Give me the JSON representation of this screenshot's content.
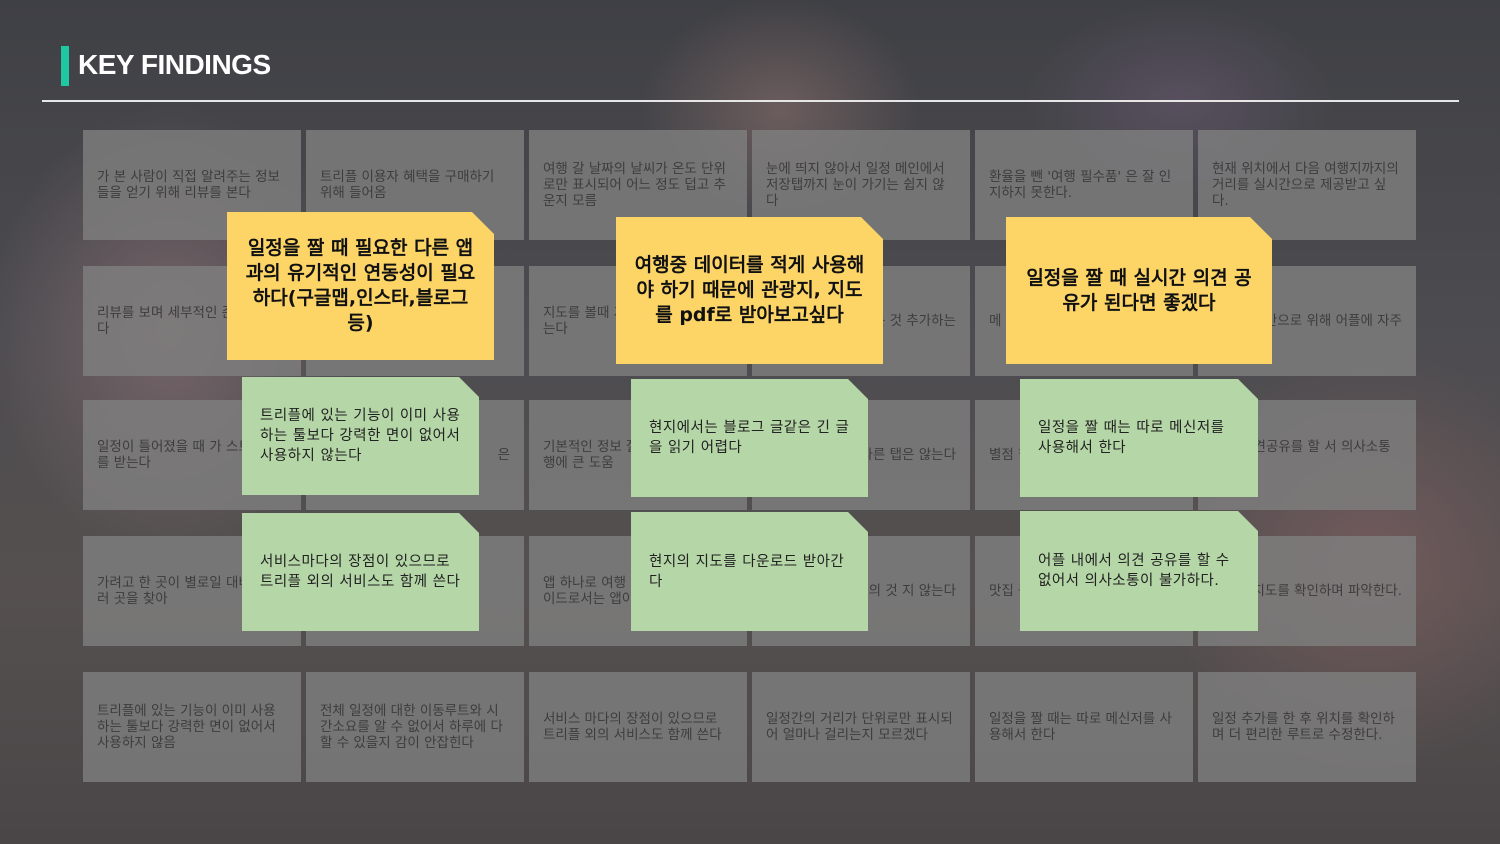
{
  "title": "KEY FINDINGS",
  "colors": {
    "accent": "#1ec8a0",
    "yellow_note": "#fdd567",
    "green_note": "#b5d6a7",
    "gray_note": "#808080"
  },
  "background_notes": [
    [
      "가 본 사람이 직접 알려주는 정보들을 얻기 위해 리뷰를 본다",
      "트리플 이용자 혜택을 구매하기 위해 들어옴",
      "여행 갈 날짜의 날씨가 온도 단위로만 표시되어 어느 정도 덥고 추운지 모름",
      "눈에 띄지 않아서 일정 메인에서 저장탭까지 눈이 가기는 쉽지 않다",
      "환율을 뺀 '여행 필수품' 은 잘 인지하지 못한다.",
      "현재 위치에서 다음 여행지까지의 거리를 실시간으로 제공받고 싶다."
    ],
    [
      "리뷰를 보며 세부적인 준비를 한다",
      "",
      "지도를 볼때 거리가 어느 오지 않는다",
      "하는 것 추가하는",
      "메 사 부",
      "시간으로 위해 어플에 자주"
    ],
    [
      "일정이 틀어졌을 때 가 스트레스를 받는다",
      "은",
      "기본적인 정보 잘 모아져 있어 여행에 큰 도움",
      "다른 탭은 않는다",
      "별점 한번",
      "에서 의견공유를 할 서 의사소통이 다."
    ],
    [
      "가려고 한 곳이 별로일 대비해 여러 곳을 찾아",
      "",
      "앱 하나로 여행 알 수 있어 편 가이드로서는 앱이 없다고 생",
      "의 것 지 않는다",
      "맛집 꼼꼼",
      "에 지도를 확인하며 파악한다."
    ],
    [
      "트리플에 있는 기능이 이미 사용하는 툴보다 강력한 면이 없어서 사용하지 않음",
      "전체 일정에 대한 이동루트와 시간소요를 알 수 없어서 하루에 다 할 수 있을지 감이 안잡힌다",
      "서비스 마다의 장점이 있으므로 트리플 외의 서비스도 함께 쓴다",
      "일정간의 거리가 단위로만 표시되어 얼마나 걸리는지 모르겠다",
      "일정을 짤 때는 따로 메신저를 사용해서 한다",
      "일정 추가를 한 후 위치를 확인하며 더 편리한 루트로 수정한다."
    ]
  ],
  "columns": [
    {
      "heading": "일정을 짤 때 필요한 다른 앱 과의 유기적인 연동성이 필요하다(구글맵,인스타,블로그등)",
      "findings": [
        "트리플에 있는 기능이 이미 사용하는 툴보다 강력한 면이 없어서 사용하지 않는다",
        "서비스마다의 장점이 있으므로 트리플 외의 서비스도 함께 쓴다"
      ]
    },
    {
      "heading": "여행중 데이터를 적게 사용해야 하기 때문에 관광지, 지도를 pdf로 받아보고싶다",
      "findings": [
        "현지에서는 블로그 글같은 긴 글을 읽기 어렵다",
        "현지의 지도를 다운로드 받아간다"
      ]
    },
    {
      "heading": "일정을 짤 때 실시간 의견 공유가 된다면 좋겠다",
      "findings": [
        "일정을 짤 때는 따로 메신저를 사용해서 한다",
        "어플 내에서 의견 공유를 할 수 없어서 의사소통이 불가하다."
      ]
    }
  ]
}
